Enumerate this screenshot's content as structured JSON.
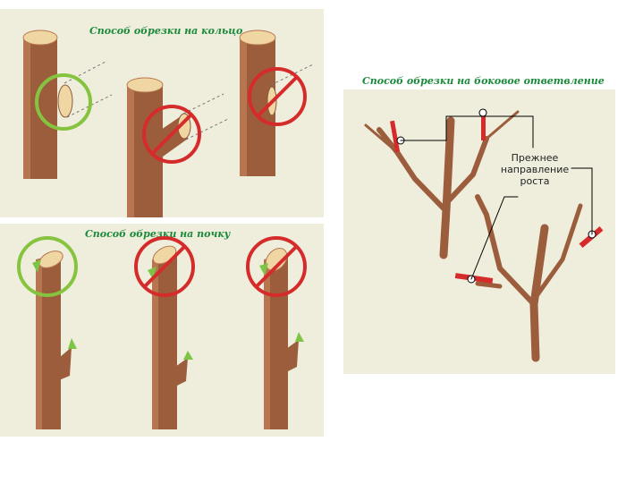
{
  "sections": {
    "ring": {
      "title": "Способ обрезки на кольцо"
    },
    "bud": {
      "title": "Способ обрезки на почку"
    },
    "side": {
      "title": "Способ обрезки на боковое ответвление"
    }
  },
  "annotation": {
    "line1": "Прежнее",
    "line2": "направление",
    "line3": "роста"
  },
  "colors": {
    "title_text": "#1a8a3a",
    "bark": "#9b5d3c",
    "bark_dark": "#6f3f26",
    "wood": "#f0d6a2",
    "correct": "#86c440",
    "wrong": "#d62b2b",
    "bud": "#7ec447",
    "panel": "#efeedd"
  },
  "icons": {
    "correct_mark": "green-circle-icon",
    "wrong_mark": "red-prohibition-icon"
  }
}
